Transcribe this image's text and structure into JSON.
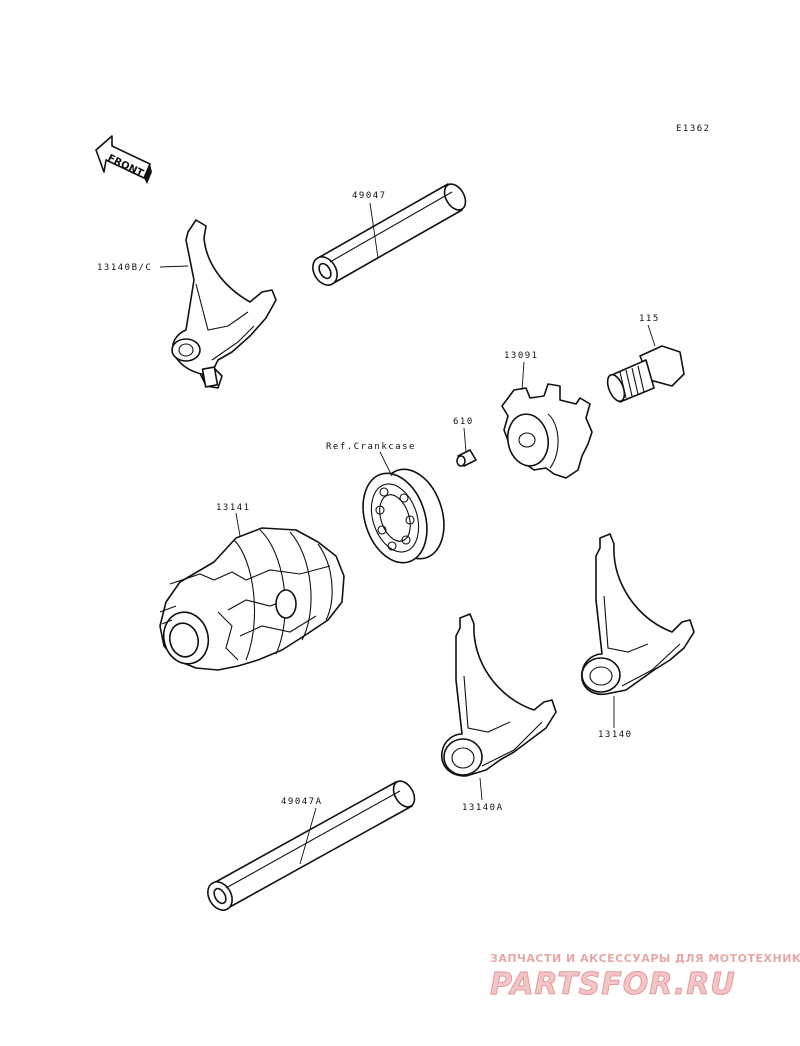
{
  "diagram_code": "E1362",
  "front_label": "FRONT",
  "parts": [
    {
      "id": "shift_rod_upper",
      "label": "49047"
    },
    {
      "id": "fork_upper",
      "label": "13140B/C"
    },
    {
      "id": "bolt",
      "label": "115"
    },
    {
      "id": "holder",
      "label": "13091"
    },
    {
      "id": "pin",
      "label": "610"
    },
    {
      "id": "bearing",
      "label": "Ref.Crankcase"
    },
    {
      "id": "drum",
      "label": "13141"
    },
    {
      "id": "fork_right",
      "label": "13140"
    },
    {
      "id": "fork_middle",
      "label": "13140A"
    },
    {
      "id": "shift_rod_lower",
      "label": "49047A"
    }
  ],
  "watermark": {
    "tagline": "ЗАПЧАСТИ И АКСЕССУАРЫ ДЛЯ МОТОТЕХНИКИ",
    "logo_text": "PARTSFOR.RU"
  }
}
